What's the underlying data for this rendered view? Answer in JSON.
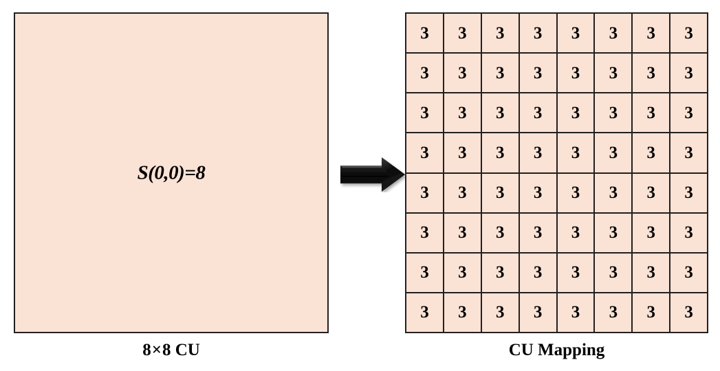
{
  "figure": {
    "background_color": "#ffffff",
    "block_fill_color": "#fae2d5",
    "outline_color": "#231f20",
    "arrow_color": "#111111"
  },
  "left_panel": {
    "label": "S(0,0)=8",
    "caption_prefix": "8",
    "caption_multiply": "×",
    "caption_suffix": "8 CU",
    "caption_full": "8×8 CU"
  },
  "arrow": {
    "icon_name": "right-block-arrow",
    "direction": "right"
  },
  "right_panel": {
    "caption": "CU Mapping",
    "rows": 8,
    "cols": 8,
    "cells": [
      [
        "3",
        "3",
        "3",
        "3",
        "3",
        "3",
        "3",
        "3"
      ],
      [
        "3",
        "3",
        "3",
        "3",
        "3",
        "3",
        "3",
        "3"
      ],
      [
        "3",
        "3",
        "3",
        "3",
        "3",
        "3",
        "3",
        "3"
      ],
      [
        "3",
        "3",
        "3",
        "3",
        "3",
        "3",
        "3",
        "3"
      ],
      [
        "3",
        "3",
        "3",
        "3",
        "3",
        "3",
        "3",
        "3"
      ],
      [
        "3",
        "3",
        "3",
        "3",
        "3",
        "3",
        "3",
        "3"
      ],
      [
        "3",
        "3",
        "3",
        "3",
        "3",
        "3",
        "3",
        "3"
      ],
      [
        "3",
        "3",
        "3",
        "3",
        "3",
        "3",
        "3",
        "3"
      ]
    ]
  }
}
